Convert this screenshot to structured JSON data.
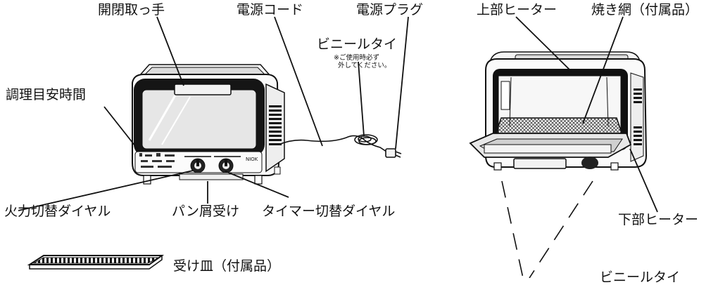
{
  "labels": {
    "handle": "開閉取っ手",
    "power_cord": "電源コード",
    "power_plug": "電源プラグ",
    "upper_heater": "上部ヒーター",
    "grill_net": "焼き網（付属品）",
    "vinyl_tie": "ビニールタイ",
    "vinyl_tie_note_1": "※ご使用時必ず",
    "vinyl_tie_note_2": "外してください。",
    "cooking_time_guide": "調理目安時間",
    "heat_dial": "火力切替ダイヤル",
    "crumb_tray": "パン屑受け",
    "timer_dial": "タイマー切替ダイヤル",
    "lower_heater": "下部ヒーター",
    "drip_tray": "受け皿（付属品）",
    "vinyl_tie_bottom": "ビニールタイ"
  },
  "brand_mark": "NIOK"
}
